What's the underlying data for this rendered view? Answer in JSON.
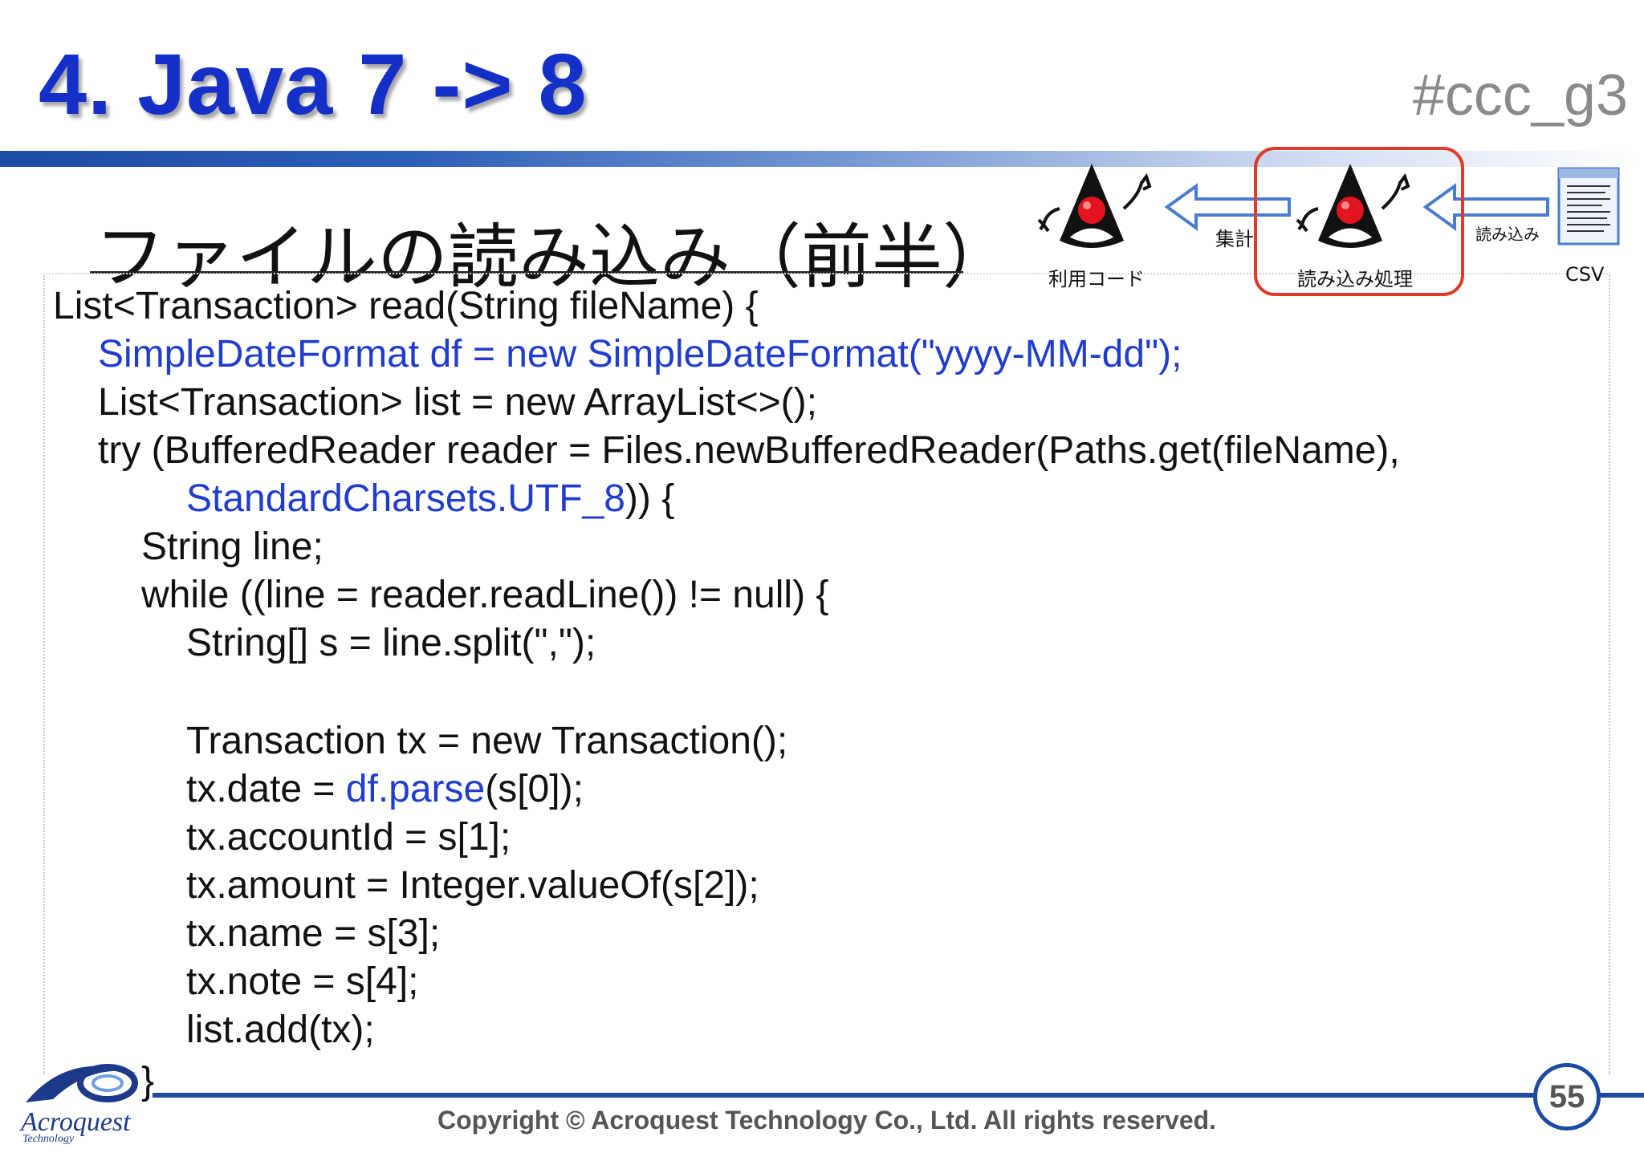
{
  "header": {
    "title": "4. Java 7 -> 8",
    "hashtag": "#ccc_g3"
  },
  "subtitle": "ファイルの読み込み（前半）",
  "diagram": {
    "node_left_label": "利用コード",
    "node_middle_label": "読み込み処理",
    "node_right_label": "CSV",
    "arrow_left_label": "集計",
    "arrow_right_label": "読み込み"
  },
  "code": {
    "lines": [
      {
        "parts": [
          {
            "text": "List<Transaction> read(String fileName) {",
            "blue": false
          }
        ]
      },
      {
        "parts": [
          {
            "text": "SimpleDateFormat df = new SimpleDateFormat(\"yyyy-MM-dd\");",
            "blue": true
          }
        ]
      },
      {
        "parts": [
          {
            "text": "List<Transaction> list = new ArrayList<>();",
            "blue": false
          }
        ]
      },
      {
        "parts": [
          {
            "text": "try (BufferedReader reader = Files.newBufferedReader(Paths.get(fileName),",
            "blue": false
          }
        ]
      },
      {
        "parts": [
          {
            "text": "StandardCharsets.UTF_8",
            "blue": true
          },
          {
            "text": ")) {",
            "blue": false
          }
        ]
      },
      {
        "parts": [
          {
            "text": "String line;",
            "blue": false
          }
        ]
      },
      {
        "parts": [
          {
            "text": "while ((line = reader.readLine()) != null) {",
            "blue": false
          }
        ]
      },
      {
        "parts": [
          {
            "text": "String[] s = line.split(\",\");",
            "blue": false
          }
        ]
      },
      {
        "parts": [
          {
            "text": "Transaction tx = new Transaction();",
            "blue": false
          }
        ]
      },
      {
        "parts": [
          {
            "text": "tx.date = ",
            "blue": false
          },
          {
            "text": "df.parse",
            "blue": true
          },
          {
            "text": "(s[0]);",
            "blue": false
          }
        ]
      },
      {
        "parts": [
          {
            "text": "tx.accountId = s[1];",
            "blue": false
          }
        ]
      },
      {
        "parts": [
          {
            "text": "tx.amount = Integer.valueOf(s[2]);",
            "blue": false
          }
        ]
      },
      {
        "parts": [
          {
            "text": "tx.name = s[3];",
            "blue": false
          }
        ]
      },
      {
        "parts": [
          {
            "text": "tx.note = s[4];",
            "blue": false
          }
        ]
      },
      {
        "parts": [
          {
            "text": "list.add(tx);",
            "blue": false
          }
        ]
      },
      {
        "parts": [
          {
            "text": "}",
            "blue": false
          }
        ]
      }
    ]
  },
  "footer": {
    "copyright": "Copyright © Acroquest Technology Co., Ltd. All rights reserved.",
    "page_number": "55",
    "logo_text": "Acroquest",
    "logo_sub": "Technology"
  },
  "colors": {
    "title_blue": "#1530c8",
    "code_blue": "#1f3ccf",
    "highlight_red": "#e03a2a",
    "footer_blue": "#1d4aa3"
  }
}
